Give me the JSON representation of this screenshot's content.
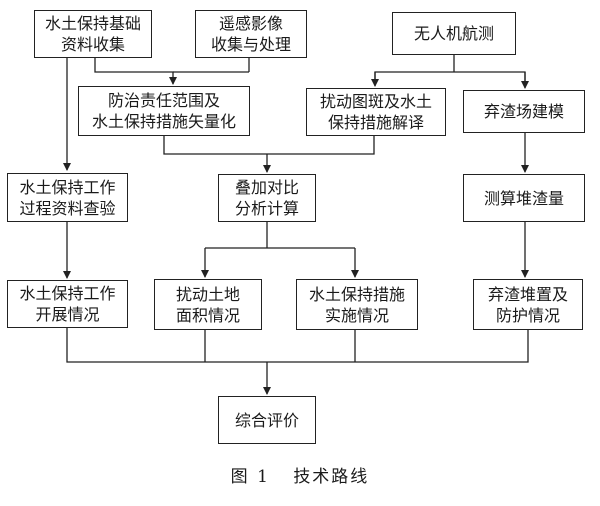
{
  "boxes": {
    "basic_data": "水土保持基础\n资料收集",
    "remote_sensing": "遥感影像\n收集与处理",
    "uav_survey": "无人机航测",
    "vectorization": "防治责任范围及\n水土保持措施矢量化",
    "interpretation": "扰动图斑及水土\n保持措施解译",
    "spoil_modeling": "弃渣场建模",
    "process_check": "水土保持工作\n过程资料查验",
    "overlay_analysis": "叠加对比\n分析计算",
    "volume_calc": "测算堆渣量",
    "work_status": "水土保持工作\n开展情况",
    "disturbed_area": "扰动土地\n面积情况",
    "measures_status": "水土保持措施\n实施情况",
    "spoil_status": "弃渣堆置及\n防护情况",
    "evaluation": "综合评价"
  },
  "caption": {
    "number": "图 1",
    "title": "技术路线"
  }
}
